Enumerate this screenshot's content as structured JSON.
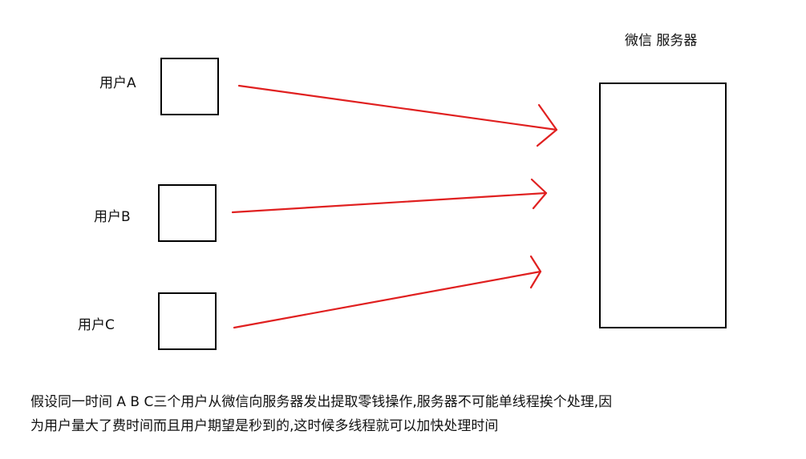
{
  "server": {
    "label": "微信 服务器"
  },
  "users": [
    {
      "label": "用户A"
    },
    {
      "label": "用户B"
    },
    {
      "label": "用户C"
    }
  ],
  "caption": {
    "line1": "假设同一时间 A B C三个用户从微信向服务器发出提取零钱操作,服务器不可能单线程挨个处理,因",
    "line2": "为用户量大了费时间而且用户期望是秒到的,这时候多线程就可以加快处理时间"
  },
  "colors": {
    "arrow": "#e02020",
    "box_border": "#000000",
    "text": "#111111"
  }
}
